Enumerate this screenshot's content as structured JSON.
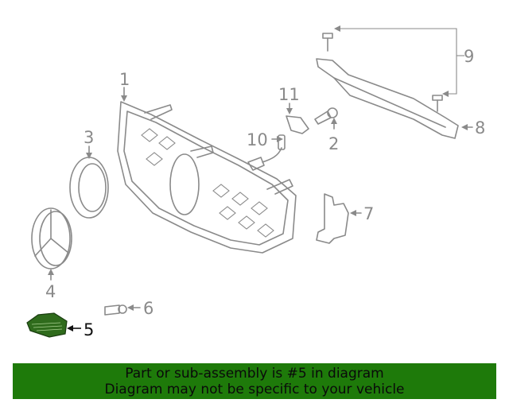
{
  "diagram": {
    "callouts": [
      {
        "id": "1",
        "label": "1"
      },
      {
        "id": "2",
        "label": "2"
      },
      {
        "id": "3",
        "label": "3"
      },
      {
        "id": "4",
        "label": "4"
      },
      {
        "id": "5",
        "label": "5",
        "highlighted": true
      },
      {
        "id": "6",
        "label": "6"
      },
      {
        "id": "7",
        "label": "7"
      },
      {
        "id": "8",
        "label": "8"
      },
      {
        "id": "9",
        "label": "9"
      },
      {
        "id": "10",
        "label": "10"
      },
      {
        "id": "11",
        "label": "11"
      }
    ],
    "highlight_color": "#2f6b1c",
    "line_color": "#8a8a8a"
  },
  "banner": {
    "line1": "Part or sub-assembly is #5 in diagram",
    "line2": "Diagram may not be specific to your vehicle",
    "background": "#1e7a0a"
  }
}
